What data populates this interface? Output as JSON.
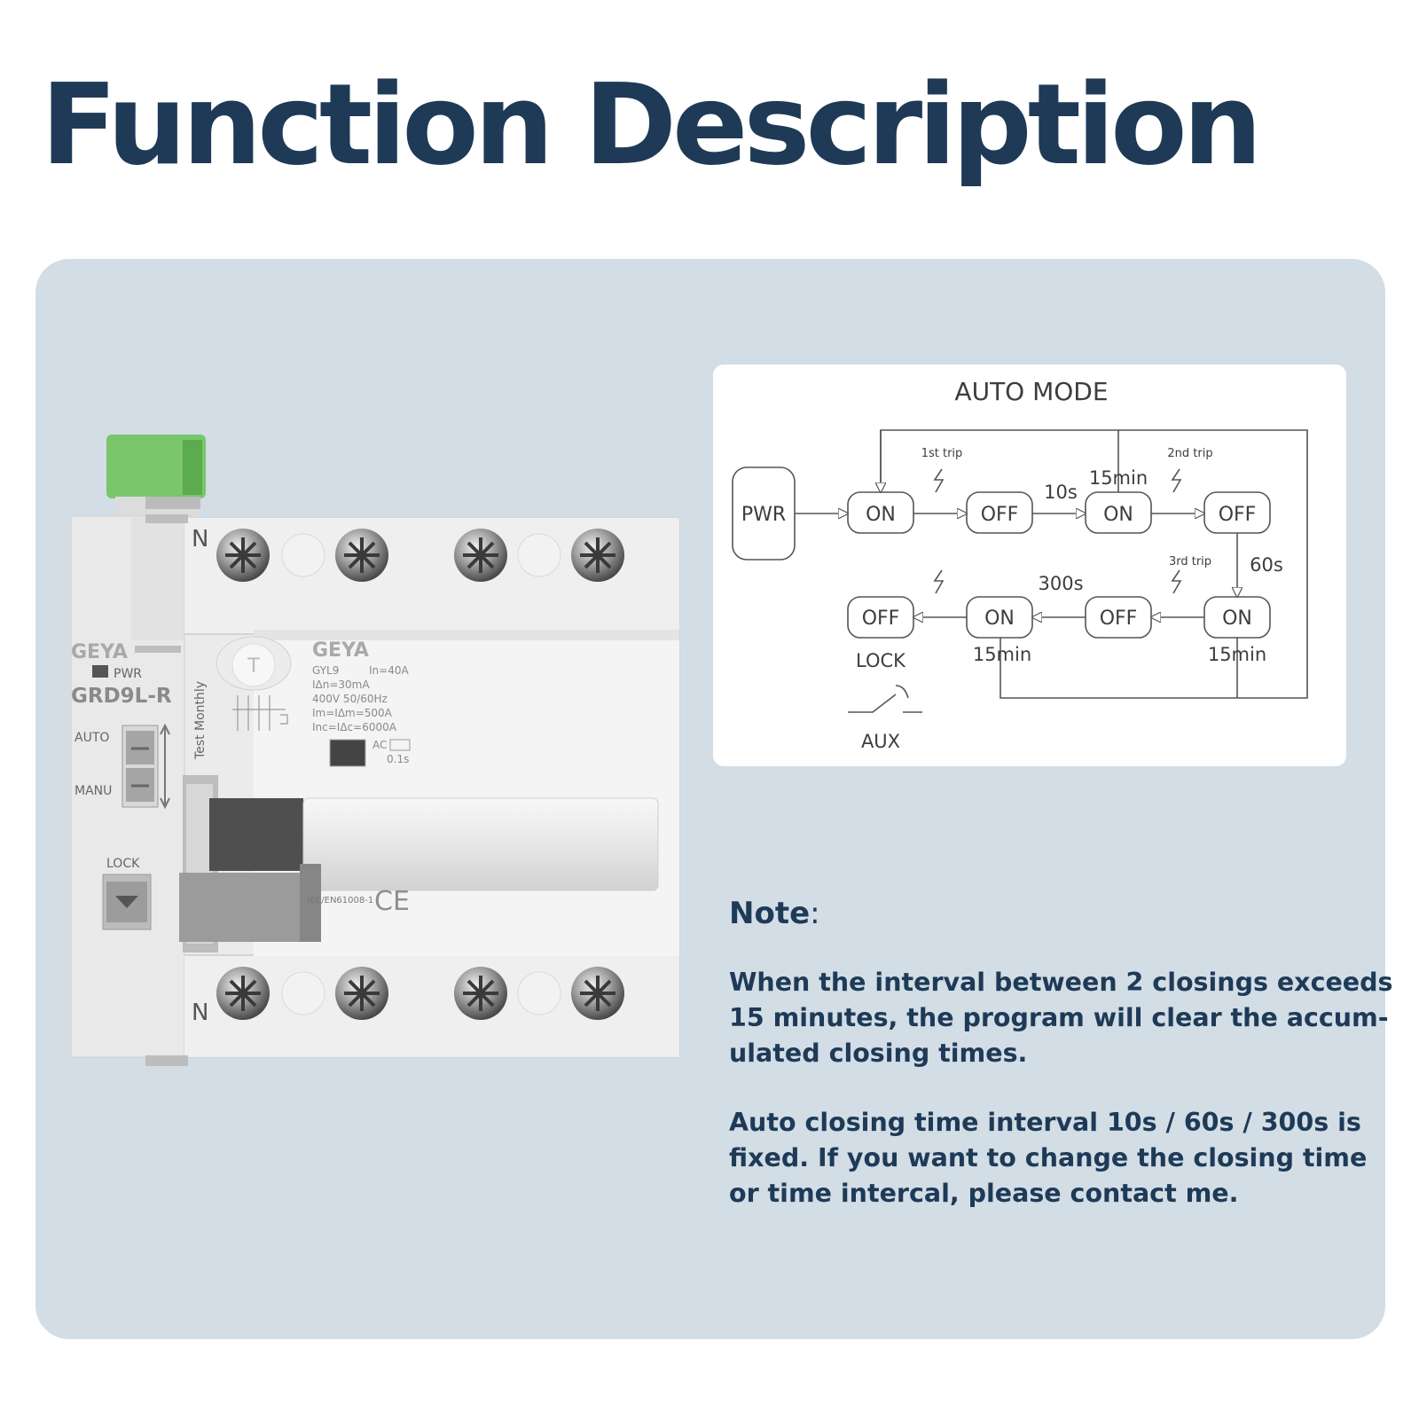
{
  "title": "Function Description",
  "colors": {
    "title": "#1e3a56",
    "panel": "#d2dde6",
    "card": "#ffffff",
    "diagram_lines": "#555555"
  },
  "device": {
    "brand": "GEYA",
    "model": "GRD9L-R",
    "pwr_label": "PWR",
    "mode_auto": "AUTO",
    "mode_manu": "MANU",
    "lock_label": "LOCK",
    "neutral_top": "N",
    "neutral_bottom": "N",
    "test_button": "T",
    "test_monthly": "Test Monthly",
    "spec_brand": "GEYA",
    "spec_model": "GYL9",
    "spec_rating": "In=40A",
    "spec_idn": "IΔn=30mA",
    "spec_voltage": "400V  50/60Hz",
    "spec_im": "Im=IΔm=500A",
    "spec_inc": "Inc=IΔc=6000A",
    "spec_ac": "AC",
    "spec_time": "0.1s",
    "standard": "IEC/EN61008-1",
    "mark": "CE"
  },
  "flow": {
    "title": "AUTO MODE",
    "nodes": {
      "pwr": "PWR",
      "on1": "ON",
      "off1": "OFF",
      "on2": "ON",
      "off2": "OFF",
      "on3": "ON",
      "off3": "OFF",
      "on4": "ON",
      "off4": "OFF"
    },
    "labels": {
      "trip1": "1st trip",
      "trip2": "2nd trip",
      "trip3": "3rd trip",
      "t10s": "10s",
      "t15min_a": "15min",
      "t60s": "60s",
      "t300s": "300s",
      "t15min_b": "15min",
      "t15min_c": "15min",
      "lock": "LOCK",
      "aux": "AUX"
    }
  },
  "note": {
    "heading": "Note",
    "colon": ":",
    "p1": [
      "When the interval between 2 closings exceeds",
      "15 minutes, the program will clear the accum-",
      "ulated closing times."
    ],
    "p2": [
      "Auto closing time interval 10s / 60s / 300s is",
      "fixed. If you want to change the closing time",
      "or time intercal, please contact me."
    ]
  }
}
